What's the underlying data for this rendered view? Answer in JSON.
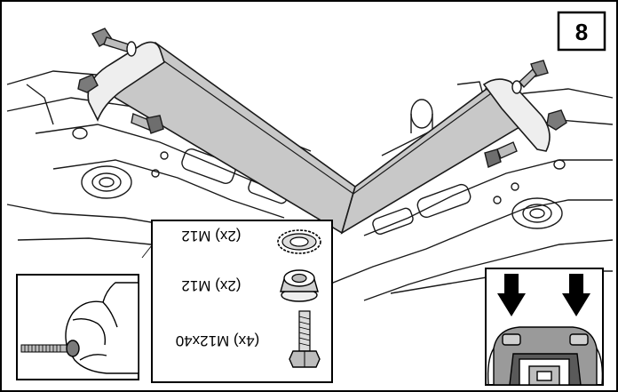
{
  "step": {
    "number": "8"
  },
  "parts": [
    {
      "label": "(2x) M12",
      "icon": "serrated-washer-icon"
    },
    {
      "label": "(2x) M12",
      "icon": "flange-nut-icon"
    },
    {
      "label": "(4x) M12x40",
      "icon": "hex-bolt-icon"
    }
  ],
  "colors": {
    "frame": "#000000",
    "bar_fill": "#c8c8c8",
    "bar_end": "#e6e6e6",
    "line": "#1a1a1a"
  }
}
